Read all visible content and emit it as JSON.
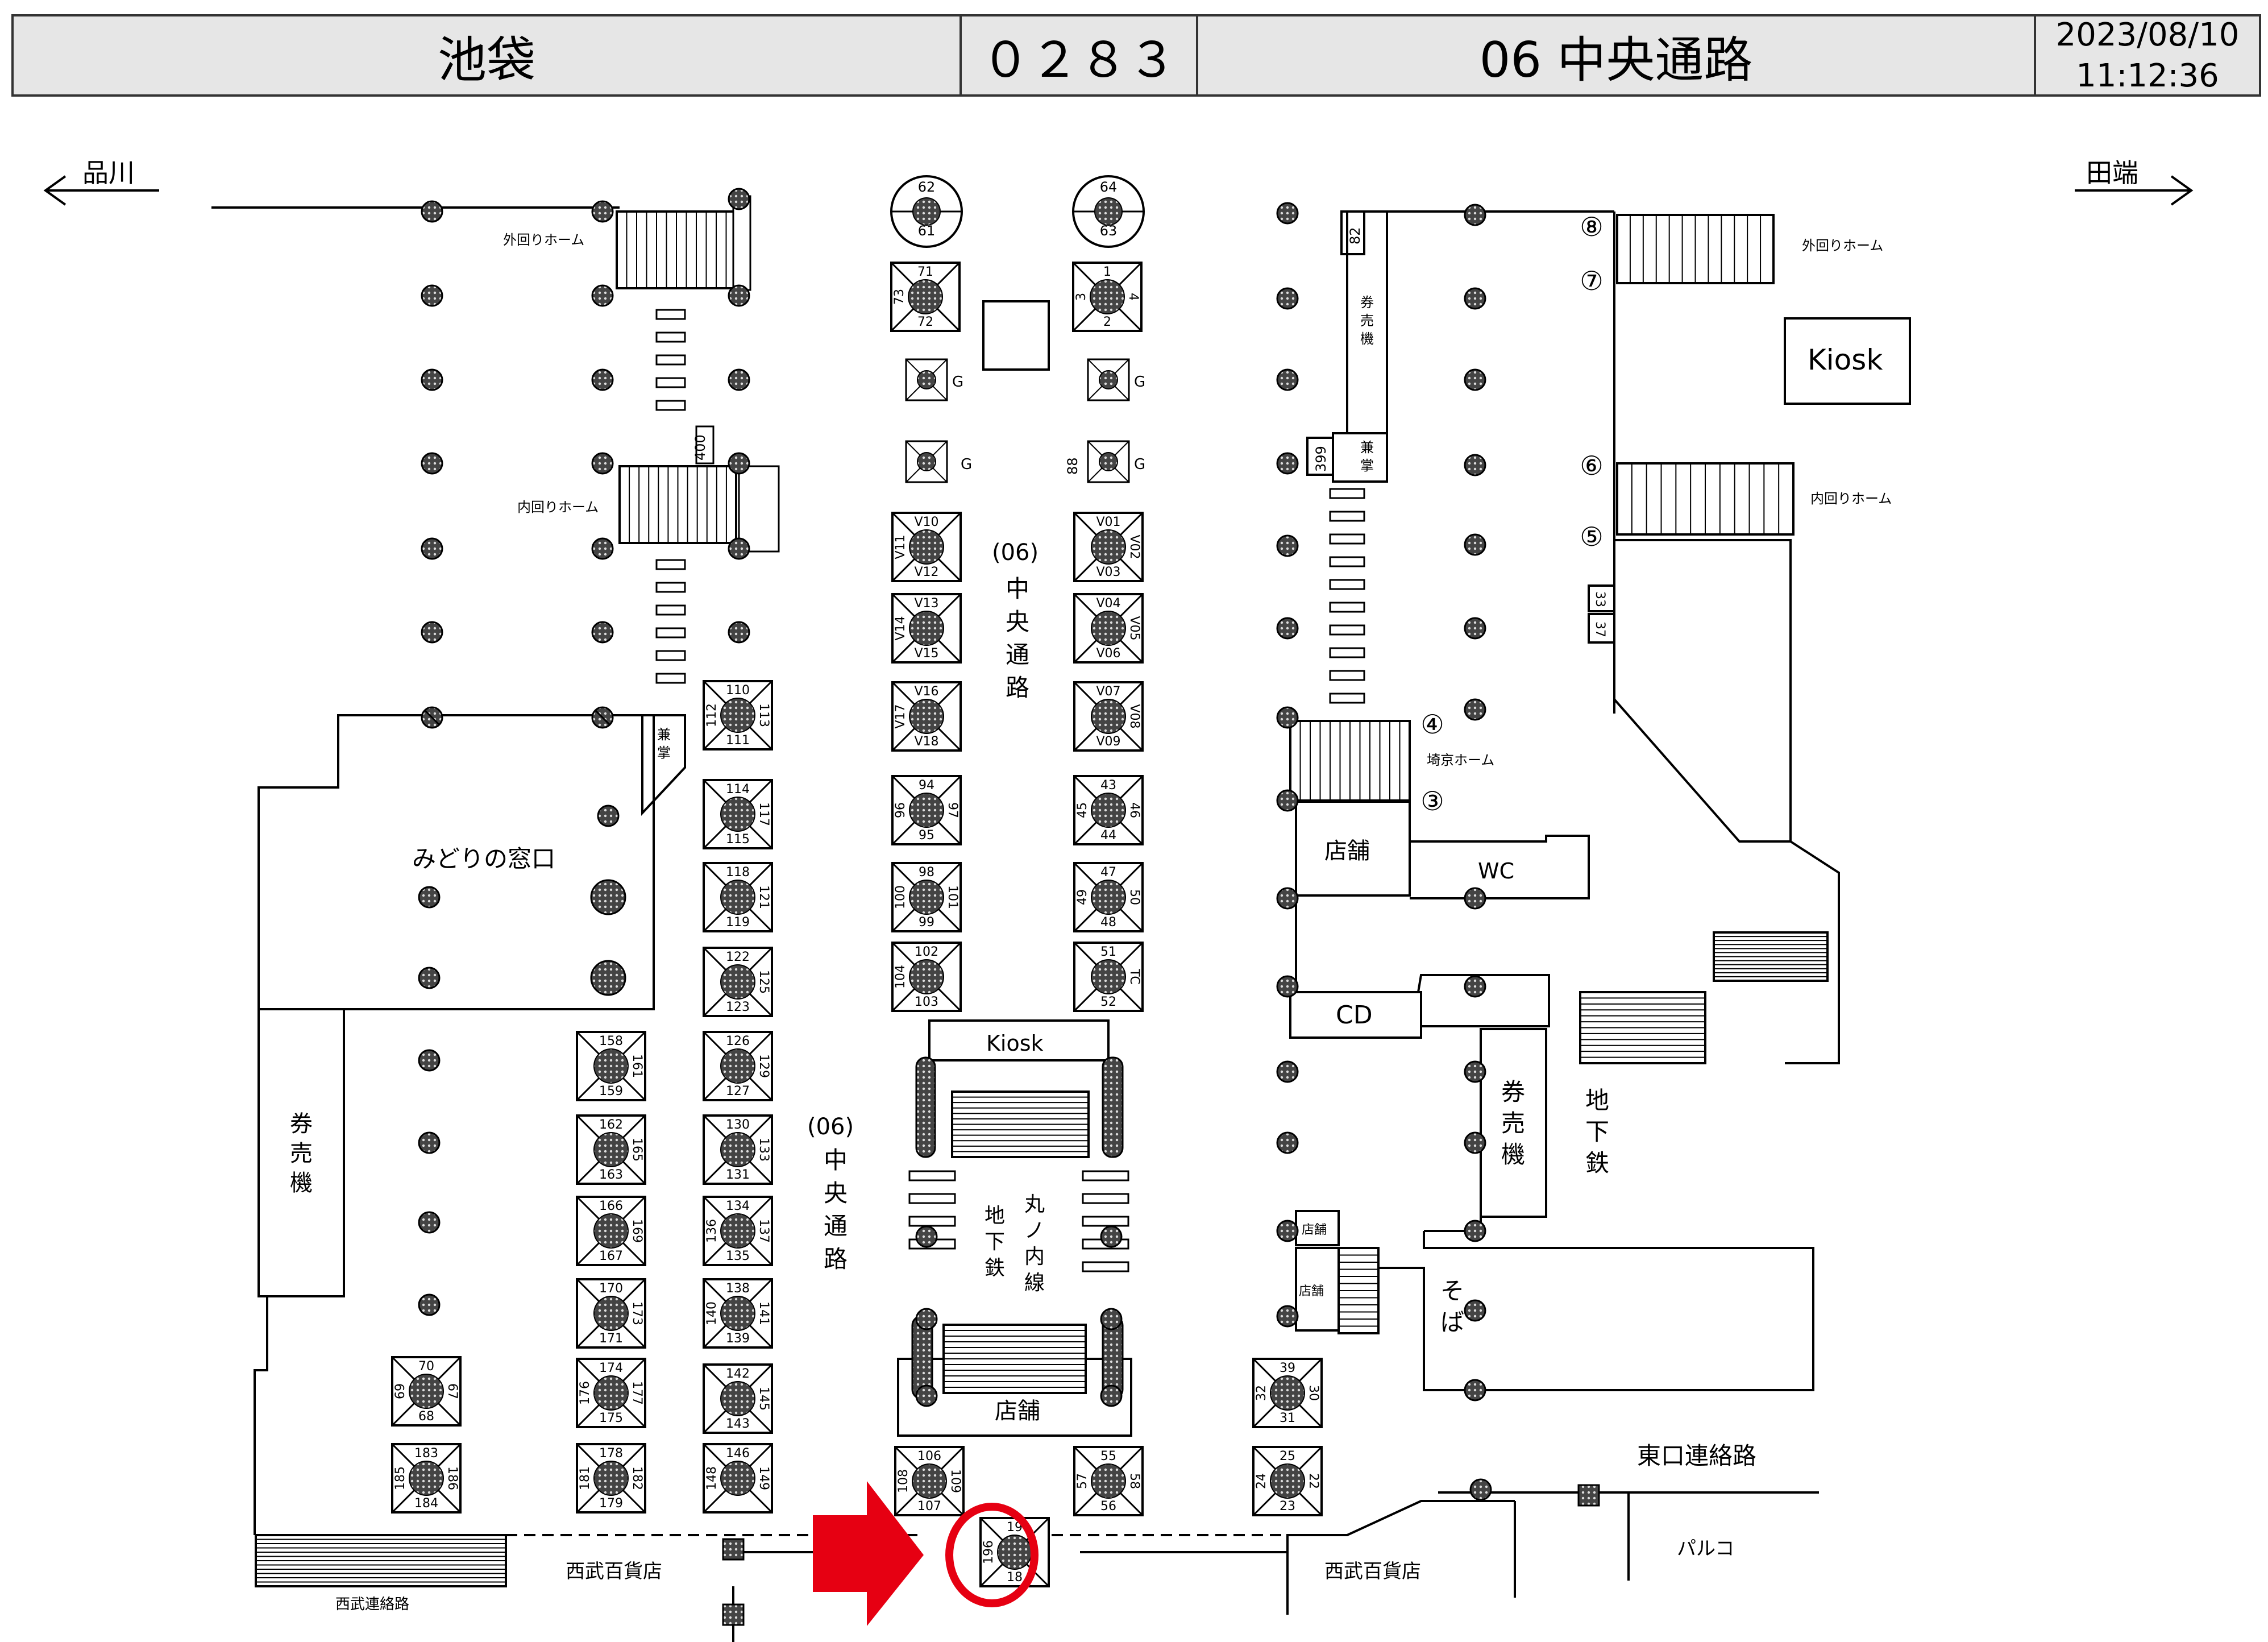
{
  "header": {
    "station": "池袋",
    "code": "０２８３",
    "passage": "06 中央通路",
    "date": "2023/08/10",
    "time": "11:12:36"
  },
  "directions": {
    "left": "品川",
    "right": "田端"
  },
  "labels": {
    "sotomawari_home": "外回りホーム",
    "uchimawari_home": "内回りホーム",
    "saikyo_home": "埼京ホーム",
    "midori": "みどりの窓口",
    "kenbai_vertical": "券売機",
    "kensho": "兼掌",
    "store": "店舗",
    "shop_small": "店舗",
    "kiosk_upper": "Kiosk",
    "kiosk_mid": "Kiosk",
    "wc": "WC",
    "cd": "CD",
    "chikatetsu": "地下鉄",
    "soba": "そば",
    "higashi_renraku": "東口連絡路",
    "parco": "パルコ",
    "seibu": "西武百貨店",
    "seibu_renraku": "西武連絡路",
    "marunouchi1": "丸ノ内線",
    "marunouchi2": "地下鉄",
    "central_code": "(06)",
    "central_name": "中央通路",
    "bridge_400": "400",
    "num_82": "82",
    "num_399": "399",
    "num_88": "88",
    "num_33": "33",
    "num_37": "37",
    "g": "G"
  },
  "platform_numbers": [
    "⑧",
    "⑦",
    "⑥",
    "⑤",
    "④",
    "③"
  ],
  "gates": [
    {
      "id": "g71",
      "nums": [
        "71",
        "72",
        "73",
        ""
      ]
    },
    {
      "id": "g1",
      "nums": [
        "1",
        "2",
        "3",
        "4"
      ]
    },
    {
      "id": "gV10",
      "nums": [
        "V10",
        "V12",
        "V11",
        ""
      ]
    },
    {
      "id": "gV01",
      "nums": [
        "V01",
        "V03",
        "",
        "V02"
      ]
    },
    {
      "id": "gV13",
      "nums": [
        "V13",
        "V15",
        "V14",
        ""
      ]
    },
    {
      "id": "gV04",
      "nums": [
        "V04",
        "V06",
        "",
        "V05"
      ]
    },
    {
      "id": "gV16",
      "nums": [
        "V16",
        "V18",
        "V17",
        ""
      ]
    },
    {
      "id": "gV07",
      "nums": [
        "V07",
        "V09",
        "",
        "V08"
      ]
    },
    {
      "id": "g110",
      "nums": [
        "110",
        "111",
        "112",
        "113"
      ]
    },
    {
      "id": "g94",
      "nums": [
        "94",
        "95",
        "96",
        "97"
      ]
    },
    {
      "id": "g43",
      "nums": [
        "43",
        "44",
        "45",
        "46"
      ]
    },
    {
      "id": "g114",
      "nums": [
        "114",
        "115",
        "",
        "117"
      ]
    },
    {
      "id": "g98",
      "nums": [
        "98",
        "99",
        "100",
        "101"
      ]
    },
    {
      "id": "g47",
      "nums": [
        "47",
        "48",
        "49",
        "50"
      ]
    },
    {
      "id": "g118",
      "nums": [
        "118",
        "119",
        "",
        "121"
      ]
    },
    {
      "id": "g102",
      "nums": [
        "102",
        "103",
        "104",
        ""
      ]
    },
    {
      "id": "g51",
      "nums": [
        "51",
        "52",
        "",
        "TC"
      ]
    },
    {
      "id": "g122",
      "nums": [
        "122",
        "123",
        "",
        "125"
      ]
    },
    {
      "id": "g158",
      "nums": [
        "158",
        "159",
        "",
        "161"
      ]
    },
    {
      "id": "g126",
      "nums": [
        "126",
        "127",
        "",
        "129"
      ]
    },
    {
      "id": "g162",
      "nums": [
        "162",
        "163",
        "",
        "165"
      ]
    },
    {
      "id": "g130",
      "nums": [
        "130",
        "131",
        "",
        "133"
      ]
    },
    {
      "id": "g166",
      "nums": [
        "166",
        "167",
        "",
        "169"
      ]
    },
    {
      "id": "g134",
      "nums": [
        "134",
        "135",
        "136",
        "137"
      ]
    },
    {
      "id": "g170",
      "nums": [
        "170",
        "171",
        "",
        "173"
      ]
    },
    {
      "id": "g138",
      "nums": [
        "138",
        "139",
        "140",
        "141"
      ]
    },
    {
      "id": "g174",
      "nums": [
        "174",
        "175",
        "176",
        "177"
      ]
    },
    {
      "id": "g142",
      "nums": [
        "142",
        "143",
        "",
        "145"
      ]
    },
    {
      "id": "g70",
      "nums": [
        "70",
        "68",
        "69",
        "67"
      ]
    },
    {
      "id": "g39",
      "nums": [
        "39",
        "31",
        "32",
        "30"
      ]
    },
    {
      "id": "g183",
      "nums": [
        "183",
        "184",
        "185",
        "186"
      ]
    },
    {
      "id": "g178",
      "nums": [
        "178",
        "179",
        "181",
        "182"
      ]
    },
    {
      "id": "g146",
      "nums": [
        "146",
        "",
        "148",
        "149"
      ]
    },
    {
      "id": "g106",
      "nums": [
        "106",
        "107",
        "108",
        "109"
      ]
    },
    {
      "id": "g55",
      "nums": [
        "55",
        "56",
        "57",
        "58"
      ]
    },
    {
      "id": "g25",
      "nums": [
        "25",
        "23",
        "24",
        "22"
      ]
    },
    {
      "id": "g19",
      "nums": [
        "19",
        "18",
        "196",
        ""
      ]
    }
  ],
  "round_gates": [
    {
      "id": "r62",
      "nums": [
        "62",
        "61"
      ]
    },
    {
      "id": "r64",
      "nums": [
        "64",
        "63"
      ]
    }
  ],
  "highlight": {
    "target_gate": "19",
    "color": "#e60012"
  }
}
